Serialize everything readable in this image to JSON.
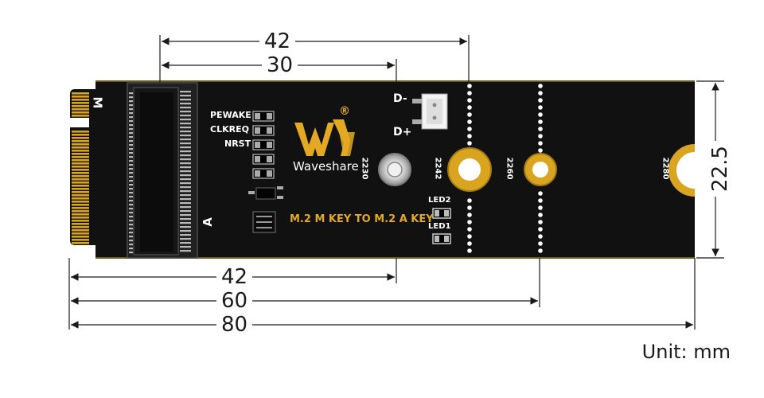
{
  "dimensions": {
    "top_42": "42",
    "top_30": "30",
    "bottom_42": "42",
    "bottom_60": "60",
    "bottom_80": "80",
    "height_22_5": "22.5"
  },
  "unit_label": "Unit: mm",
  "board": {
    "key_m": "M",
    "key_a": "A",
    "pins": [
      "PEWAKE",
      "CLKREQ",
      "NRST"
    ],
    "brand": "Waveshare",
    "registered": "®",
    "title": "M.2 M KEY TO M.2 A KEY",
    "usb_dminus": "D-",
    "usb_dplus": "D+",
    "led2": "LED2",
    "led1": "LED1",
    "mount_labels": [
      "2230",
      "2242",
      "2260",
      "2280"
    ]
  },
  "colors": {
    "pcb": "#111111",
    "gold": "#d9a520",
    "text": "#1a1a1a"
  }
}
